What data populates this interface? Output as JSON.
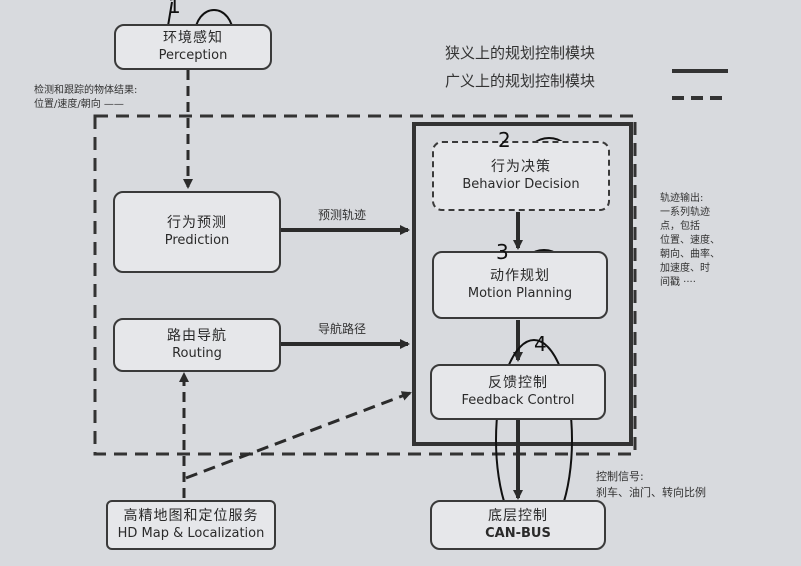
{
  "legend": {
    "narrow_label": "狭义上的规划控制模块",
    "broad_label": "广义上的规划控制模块"
  },
  "nodes": {
    "perception": {
      "cn": "环境感知",
      "en": "Perception"
    },
    "prediction": {
      "cn": "行为预测",
      "en": "Prediction"
    },
    "routing": {
      "cn": "路由导航",
      "en": "Routing"
    },
    "behavior": {
      "cn": "行为决策",
      "en": "Behavior Decision"
    },
    "motion": {
      "cn": "动作规划",
      "en": "Motion Planning"
    },
    "feedback": {
      "cn": "反馈控制",
      "en": "Feedback Control"
    },
    "hdmap": {
      "cn": "高精地图和定位服务",
      "en": "HD Map & Localization"
    },
    "canbus": {
      "cn": "底层控制",
      "en": "CAN-BUS"
    }
  },
  "edge_labels": {
    "prediction_to_planning": "预测轨迹",
    "routing_to_planning": "导航路径"
  },
  "notes": {
    "perception_output_line1": "检测和跟踪的物体结果:",
    "perception_output_line2": "位置/速度/朝向 ——",
    "trajectory_output": [
      "轨迹输出:",
      "一系列轨迹",
      "点，包括",
      "位置、速度、",
      "朝向、曲率、",
      "加速度、时",
      "间戳 ····"
    ],
    "control_signal_line1": "控制信号:",
    "control_signal_line2": "刹车、油门、转向比例"
  },
  "handwritten": {
    "n1": "1",
    "n2": "2",
    "n3": "3",
    "n4": "4"
  }
}
